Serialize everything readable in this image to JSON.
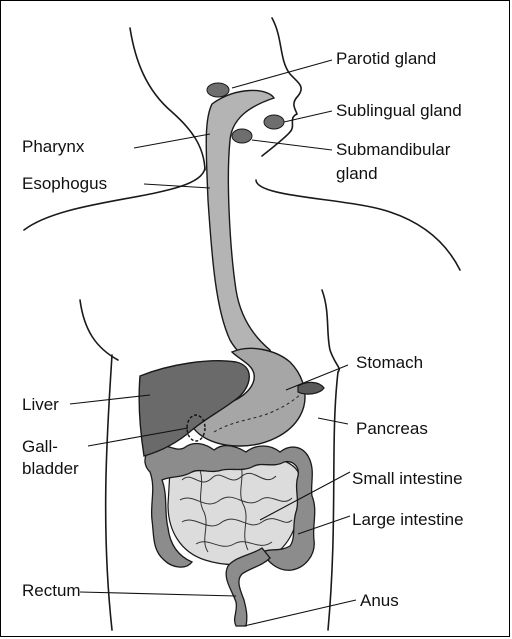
{
  "labels": {
    "parotid": "Parotid gland",
    "sublingual": "Sublingual gland",
    "submandibular_1": "Submandibular",
    "submandibular_2": "gland",
    "pharynx": "Pharynx",
    "esophagus": "Esophogus",
    "stomach": "Stomach",
    "liver": "Liver",
    "gallbladder_1": "Gall-",
    "gallbladder_2": "bladder",
    "pancreas": "Pancreas",
    "small_intestine": "Small intestine",
    "large_intestine": "Large intestine",
    "rectum": "Rectum",
    "anus": "Anus"
  },
  "colors": {
    "outline": "#1a1a1a",
    "gland": "#6e6e6e",
    "liver": "#6a6a6a",
    "stomach": "#a6a6a6",
    "esophagus": "#b4b4b4",
    "large_intestine": "#8c8c8c",
    "small_intestine": "#dcdcdc"
  }
}
